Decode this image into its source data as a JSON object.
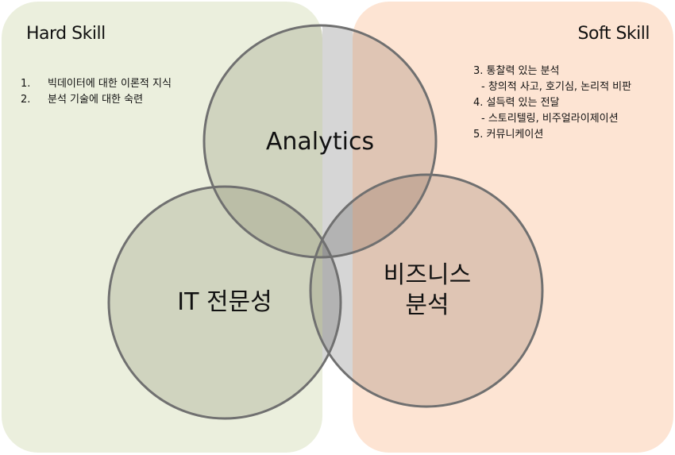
{
  "hard_skill": {
    "title": "Hard Skill",
    "items": [
      {
        "num": "1.",
        "text": "빅데이터에 대한 이론적 지식"
      },
      {
        "num": "2.",
        "text": "분석 기술에 대한 숙련"
      }
    ]
  },
  "soft_skill": {
    "title": "Soft Skill",
    "items": [
      {
        "text": "3. 통찰력 있는 분석",
        "sub": false
      },
      {
        "text": "- 창의적 사고, 호기심, 논리적 비판",
        "sub": true
      },
      {
        "text": "4. 설득력 있는 전달",
        "sub": false
      },
      {
        "text": "- 스토리텔링, 비주얼라이제이션",
        "sub": true
      },
      {
        "text": "5. 커뮤니케이션",
        "sub": false
      }
    ]
  },
  "circles": {
    "analytics": "Analytics",
    "it": "IT 전문성",
    "business_line1": "비즈니스",
    "business_line2": "분석"
  },
  "colors": {
    "hard_panel": "#ebefdd",
    "soft_panel": "#fde4d3",
    "circle_stroke": "#707070"
  }
}
